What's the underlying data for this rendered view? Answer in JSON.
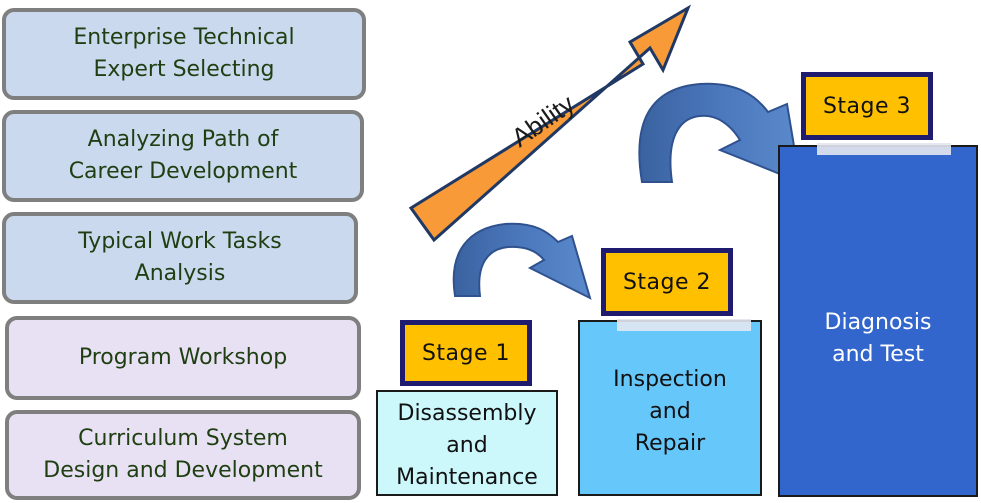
{
  "process_steps": [
    {
      "text": "Enterprise Technical\nExpert Selecting",
      "color": "#cad9ee"
    },
    {
      "text": "Analyzing Path of\nCareer Development",
      "color": "#cad9ee"
    },
    {
      "text": "Typical Work Tasks\nAnalysis",
      "color": "#cad9ee"
    },
    {
      "text": "Program Workshop",
      "color": "#e8e1f3"
    },
    {
      "text": "Curriculum System\nDesign and Development",
      "color": "#e8e1f3"
    }
  ],
  "ability_label": "Ability",
  "stages": [
    {
      "label": "Stage 1",
      "task": "Disassembly\nand\nMaintenance",
      "color": "#ccf8fc"
    },
    {
      "label": "Stage 2",
      "task": "Inspection\nand\nRepair",
      "color": "#66c8fa"
    },
    {
      "label": "Stage 3",
      "task": "Diagnosis\nand Test",
      "color": "#3366cc"
    }
  ],
  "colors": {
    "stage_label_fill": "#ffc000",
    "stage_label_border": "#1f1b6e",
    "ability_arrow": "#f79a37",
    "curved_arrow": "#4472b4"
  }
}
